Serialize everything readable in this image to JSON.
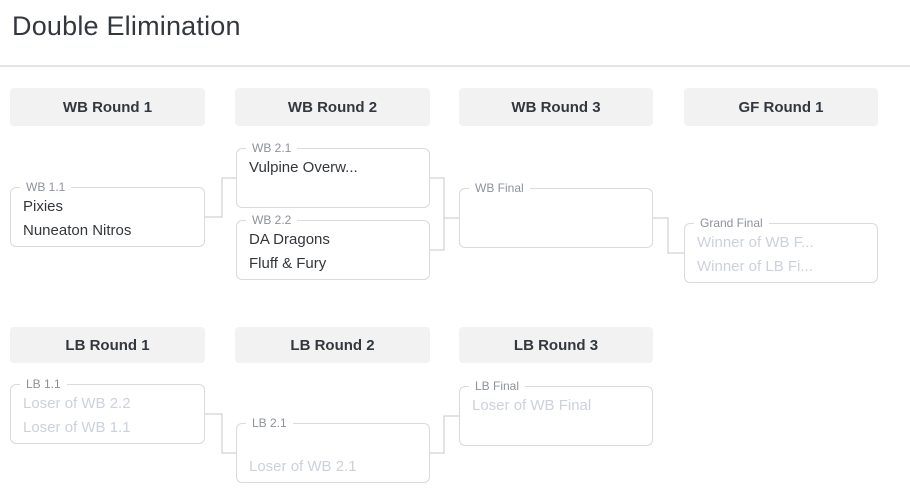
{
  "title": "Double Elimination",
  "headers": {
    "row1": [
      "WB Round 1",
      "WB Round 2",
      "WB Round 3",
      "GF Round 1"
    ],
    "row2": [
      "LB Round 1",
      "LB Round 2",
      "LB Round 3"
    ]
  },
  "matches": {
    "wb11": {
      "label": "WB 1.1",
      "top": "Pixies",
      "bottom": "Nuneaton Nitros"
    },
    "wb21": {
      "label": "WB 2.1",
      "top": "Vulpine Overw...",
      "bottom": ""
    },
    "wb22": {
      "label": "WB 2.2",
      "top": "DA Dragons",
      "bottom": "Fluff & Fury"
    },
    "wb_final": {
      "label": "WB Final",
      "top": "",
      "bottom": ""
    },
    "grand_final": {
      "label": "Grand Final",
      "top": "Winner of WB F...",
      "bottom": "Winner of LB Fi..."
    },
    "lb11": {
      "label": "LB 1.1",
      "top": "Loser of WB 2.2",
      "bottom": "Loser of WB 1.1"
    },
    "lb21": {
      "label": "LB 2.1",
      "top": "",
      "bottom": "Loser of WB 2.1"
    },
    "lb_final": {
      "label": "LB Final",
      "top": "Loser of WB Final",
      "bottom": ""
    }
  },
  "colors": {
    "header_bg": "#f2f2f2",
    "box_border": "#dadada",
    "connector": "#d2d2d2",
    "team_text": "#33373c",
    "hint_text": "#ccd1da",
    "label_text": "#8d929a",
    "title_text": "#33383e"
  }
}
